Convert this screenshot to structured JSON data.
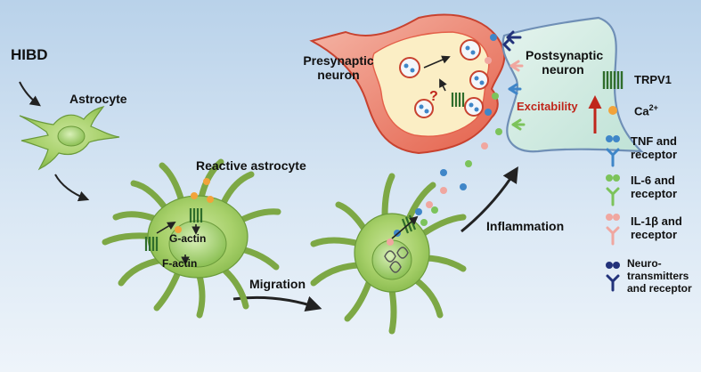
{
  "labels": {
    "hibd": "HIBD",
    "astrocyte": "Astrocyte",
    "reactive_astrocyte": "Reactive astrocyte",
    "g_actin": "G-actin",
    "f_actin": "F-actin",
    "migration": "Migration",
    "inflammation": "Inflammation",
    "presynaptic": "Presynaptic neuron",
    "postsynaptic": "Postsynaptic neuron",
    "excitability": "Excitability",
    "question": "?"
  },
  "legend": {
    "trpv1": "TRPV1",
    "ca_base": "Ca",
    "ca_sup": "2+",
    "tnf": "TNF and receptor",
    "il6": "IL-6 and receptor",
    "il1b": "IL-1β and receptor",
    "neuro": "Neuro-transmitters and receptor"
  },
  "colors": {
    "cell_green": "#9ccc5a",
    "neuron_red": "#e55a45",
    "postsynaptic_teal": "#cde9e0",
    "tnf_blue": "#3f86c8",
    "il6_green": "#7cc35b",
    "il1b_pink": "#f0a7a0",
    "neuro_navy": "#22327a",
    "ca_orange": "#f2a33a",
    "excitability_red": "#c0261b"
  }
}
